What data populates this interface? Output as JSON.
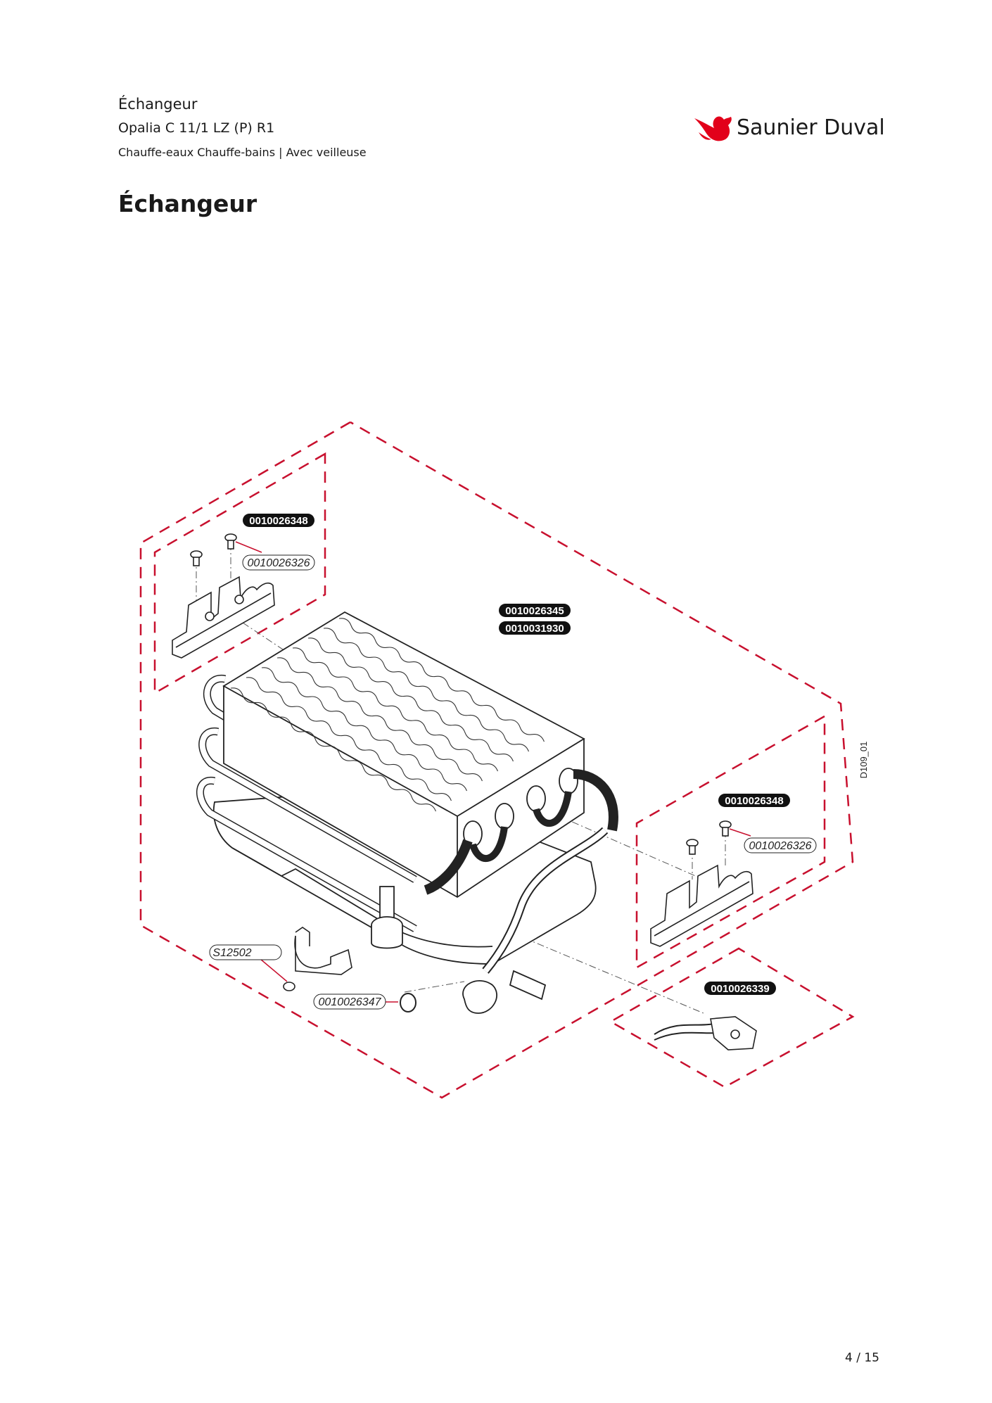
{
  "header": {
    "section": "Échangeur",
    "model": "Opalia C 11/1 LZ (P) R1",
    "category": "Chauffe-eaux Chauffe-bains | Avec veilleuse"
  },
  "brand": {
    "name": "Saunier Duval",
    "color": "#e2001a",
    "logo_icon": "bird-icon"
  },
  "page_title": "Échangeur",
  "diagram": {
    "code": "D109_01",
    "part_numbers": {
      "bracket_kit_left": "0010026348",
      "screw_left": "0010026326",
      "heat_exchanger_a": "0010026345",
      "heat_exchanger_b": "0010031930",
      "bracket_kit_right": "0010026348",
      "screw_right": "0010026326",
      "clip": "S12502",
      "seal": "0010026347",
      "sensor": "0010026339"
    }
  },
  "footer": {
    "page": "4 / 15"
  }
}
